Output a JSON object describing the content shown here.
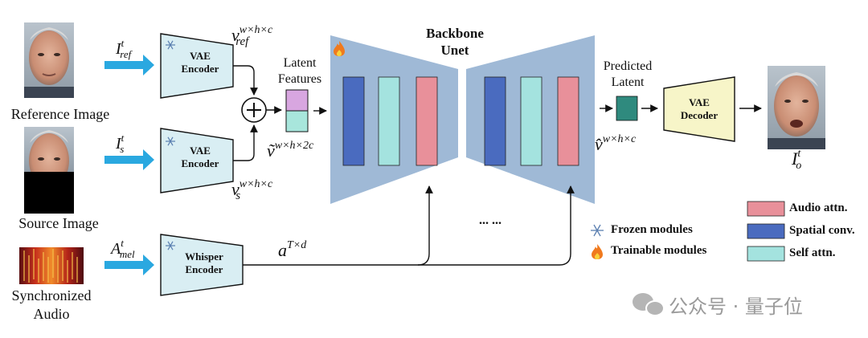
{
  "labels": {
    "reference_image": "Reference Image",
    "source_image": "Source Image",
    "synchronized_audio_line1": "Synchronized",
    "synchronized_audio_line2": "Audio",
    "latent_features_line1": "Latent",
    "latent_features_line2": "Features",
    "backbone_line1": "Backbone",
    "backbone_line2": "Unet",
    "predicted_latent_line1": "Predicted",
    "predicted_latent_line2": "Latent",
    "ellipsis": "... ..."
  },
  "modules": {
    "vae_encoder_ref": {
      "line1": "VAE",
      "line2": "Encoder"
    },
    "vae_encoder_src": {
      "line1": "VAE",
      "line2": "Encoder"
    },
    "whisper_encoder": {
      "line1": "Whisper",
      "line2": "Encoder"
    },
    "vae_decoder": {
      "line1": "VAE",
      "line2": "Decoder"
    }
  },
  "math": {
    "i_ref": {
      "base": "I",
      "sup": "t",
      "sub": "ref"
    },
    "i_s": {
      "base": "I",
      "sup": "t",
      "sub": "s"
    },
    "a_mel": {
      "base": "A",
      "sup": "t",
      "sub": "mel"
    },
    "v_ref": {
      "base": "v",
      "sup": "w×h×c",
      "sub": "ref"
    },
    "v_s": {
      "base": "v",
      "sup": "w×h×c",
      "sub": "s"
    },
    "v_tilde": {
      "base": "ṽ",
      "sup": "w×h×2c"
    },
    "v_hat": {
      "base": "v̂",
      "sup": "w×h×c"
    },
    "a_td": {
      "base": "a",
      "sup": "T×d"
    },
    "i_o": {
      "base": "I",
      "sup": "t",
      "sub": "o"
    }
  },
  "legend": {
    "frozen": "Frozen modules",
    "trainable": "Trainable modules",
    "audio_attn": "Audio attn.",
    "spatial_conv": "Spatial conv.",
    "self_attn": "Self attn."
  },
  "colors": {
    "encoder_fill": "#d9eef3",
    "decoder_fill": "#f7f5c8",
    "unet_fill": "#9fb9d6",
    "spatial_conv": "#4a6bbf",
    "self_attn": "#a4e3df",
    "audio_attn": "#e8909a",
    "arrow_blue": "#2aa8e0",
    "latent_top": "#d8a6e0",
    "latent_bottom": "#a8e6dc",
    "predicted_latent": "#2f8a7e",
    "flame": "#f07a1e",
    "snowflake": "#5a7fb0"
  },
  "watermark": "公众号 · 量子位"
}
